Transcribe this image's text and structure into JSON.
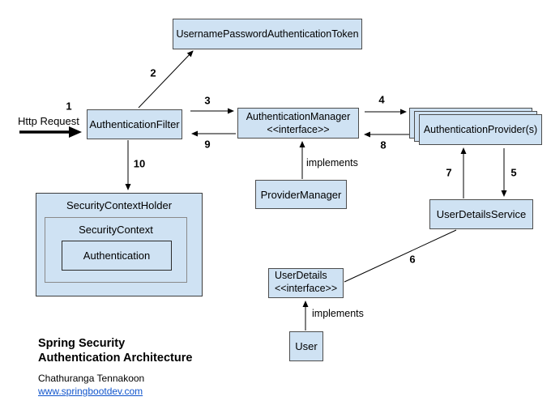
{
  "diagram": {
    "nodes": {
      "token": "UsernamePasswordAuthenticationToken",
      "filter": "AuthenticationFilter",
      "manager_line1": "AuthenticationManager",
      "manager_line2": "<<interface>>",
      "provider": "AuthenticationProvider(s)",
      "provider_manager": "ProviderManager",
      "user_details_service": "UserDetailsService",
      "user_details_line1": "UserDetails",
      "user_details_line2": "<<interface>>",
      "user": "User",
      "security_context_holder": "SecurityContextHolder",
      "security_context": "SecurityContext",
      "authentication": "Authentication"
    },
    "labels": {
      "http_request": "Http Request",
      "implements_manager": "implements",
      "implements_user": "implements"
    },
    "steps": [
      "1",
      "2",
      "3",
      "4",
      "5",
      "6",
      "7",
      "8",
      "9",
      "10"
    ],
    "footer": {
      "title_line1": "Spring Security",
      "title_line2": "Authentication Architecture",
      "author": "Chathuranga Tennakoon",
      "website": "www.springbootdev.com"
    },
    "colors": {
      "node_fill": "#cfe2f3",
      "node_border": "#4d4d4d",
      "line": "#000000",
      "link": "#1155cc"
    }
  }
}
